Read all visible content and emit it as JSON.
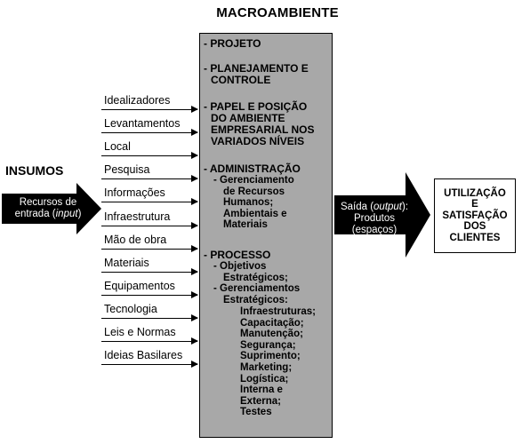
{
  "title": "MACROAMBIENTE",
  "insumos": {
    "title": "INSUMOS",
    "arrow_line1": "Recursos de",
    "arrow_line2_pre": "entrada (",
    "arrow_line2_em": "input",
    "arrow_line2_post": ")"
  },
  "inputs": [
    "Idealizadores",
    "Levantamentos",
    "Local",
    "Pesquisa",
    "Informações",
    "Infraestrutura",
    "Mão de obra",
    "Materiais",
    "Equipamentos",
    "Tecnologia",
    "Leis e Normas",
    "Ideias Basilares"
  ],
  "center": {
    "projeto": "- PROJETO",
    "planejamento": [
      "- PLANEJAMENTO E",
      "CONTROLE"
    ],
    "papel": [
      "- PAPEL E POSIÇÃO",
      "DO AMBIENTE",
      "EMPRESARIAL NOS",
      "VARIADOS NÍVEIS"
    ],
    "administracao": "- ADMINISTRAÇÃO",
    "admin_sub": [
      "- Gerenciamento",
      "de Recursos",
      "Humanos;",
      "Ambientais e",
      "Materiais"
    ],
    "processo": "- PROCESSO",
    "proc_sub": [
      "- Objetivos",
      "Estratégicos;",
      "- Gerenciamentos",
      "Estratégicos:"
    ],
    "proc_items": [
      "Infraestruturas;",
      "Capacitação;",
      "Manutenção;",
      "Segurança;",
      "Suprimento;",
      "Marketing;",
      "Logística;",
      "Interna e",
      "Externa;",
      "Testes"
    ]
  },
  "output": {
    "line1_pre": "Saída (",
    "line1_em": "output",
    "line1_post": "):",
    "line2": "Produtos",
    "line3": "(espaços)"
  },
  "result": [
    "UTILIZAÇÃO",
    "E",
    "SATISFAÇÃO",
    "DOS",
    "CLIENTES"
  ]
}
